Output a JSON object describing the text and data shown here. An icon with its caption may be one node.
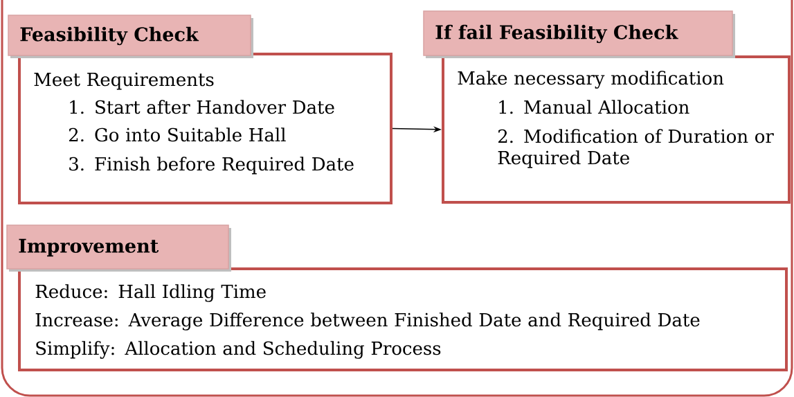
{
  "diagram": {
    "nodes": [
      {
        "text": [
          "Feasibility Check",
          "Meet Requirements",
          "1. Start after Handover Date",
          "2. Go into Suitable Hall",
          "3. Finish before Required Date"
        ]
      },
      {
        "text": [
          "If fail Feasibility Check",
          "Make necessary modification",
          "1. Manual Allocation",
          "2. Modification of Duration or Required Date"
        ]
      },
      {
        "text": [
          "Improvement",
          "Reduce: Hall Idling Time",
          "Increase: Average Difference between Finished Date and Required Date",
          "Simplify: Allocation and Scheduling Process"
        ]
      }
    ],
    "edges": [
      {
        "from": 0,
        "to": 1,
        "arrow": "to"
      }
    ]
  }
}
